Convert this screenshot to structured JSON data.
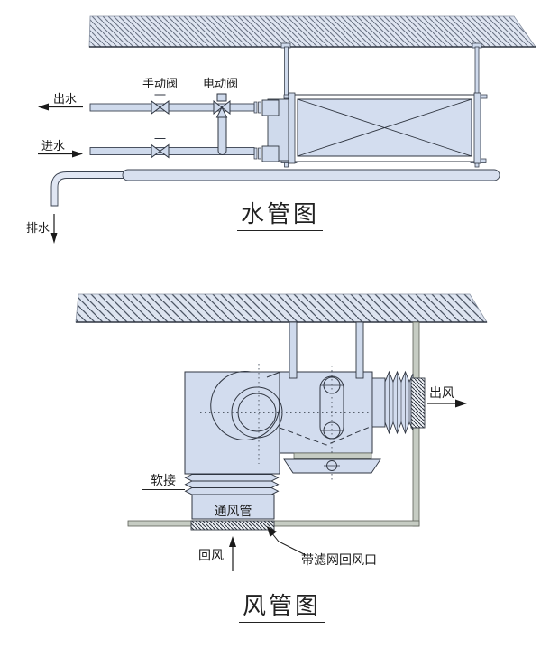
{
  "colors": {
    "pipe_fill": "#cfdaec",
    "ceiling_fill": "#dfe5f1",
    "hatch_line": "#5d6878",
    "outline": "#2f3540",
    "wall_gray": "#c6ccc3",
    "text": "#1a1a1a"
  },
  "water": {
    "title": "水管图",
    "labels": {
      "manual_valve": "手动阀",
      "electric_valve": "电动阀",
      "water_out": "出水",
      "water_in": "进水",
      "drain": "排水"
    }
  },
  "air": {
    "title": "风管图",
    "labels": {
      "air_out": "出风",
      "flexible_joint": "软接",
      "vent_duct": "通风管",
      "return_air": "回风",
      "filtered_return_inlet": "带滤网回风口"
    }
  }
}
